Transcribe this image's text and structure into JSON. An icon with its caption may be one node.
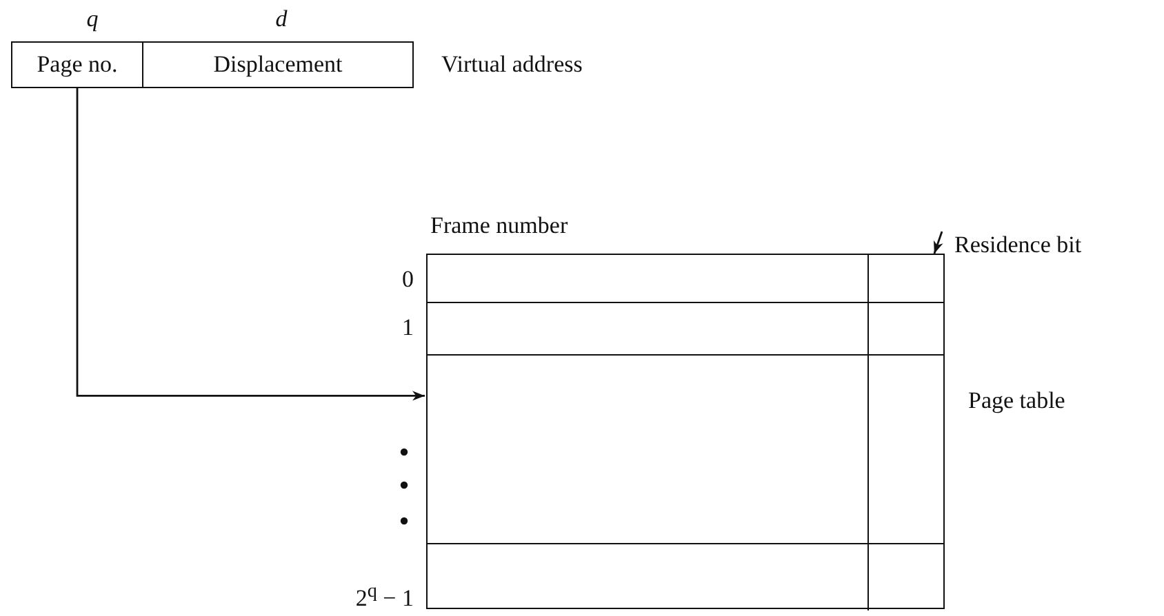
{
  "diagram": {
    "nodes": [
      {
        "text": [
          "Page no."
        ],
        "beside": [
          "q"
        ]
      },
      {
        "text": [
          "Displacement"
        ],
        "beside": [
          "d"
        ]
      },
      {
        "text": [],
        "shape": "box",
        "beside": [
          "Page table"
        ]
      },
      {
        "text": [
          "Residence bit"
        ]
      },
      {
        "text": [],
        "shape": "box",
        "in": 2
      }
    ],
    "edges": [
      {
        "from": 0,
        "to": 2,
        "arrow": "to"
      },
      {
        "from": 3,
        "to": 4,
        "arrow": "to"
      }
    ],
    "labels": [
      "Virtual address",
      "Frame number",
      "0",
      "1",
      "2$^{q}$ − 1"
    ]
  }
}
